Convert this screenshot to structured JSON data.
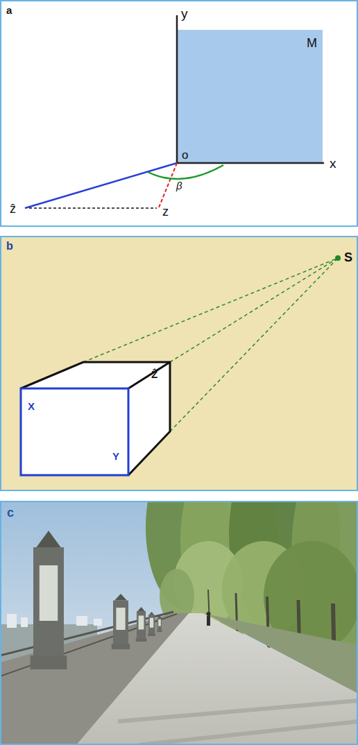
{
  "diagram": {
    "nodes": [
      {
        "text": [
          "a"
        ]
      },
      {
        "text": [
          "M"
        ],
        "in": 0
      },
      {
        "text": [
          "b"
        ]
      },
      {
        "text": [
          "c"
        ]
      }
    ],
    "labels": [
      "y",
      "o",
      "x",
      "β",
      "ẑ",
      "z",
      "S",
      "X",
      "Y",
      "Ẑ"
    ]
  }
}
